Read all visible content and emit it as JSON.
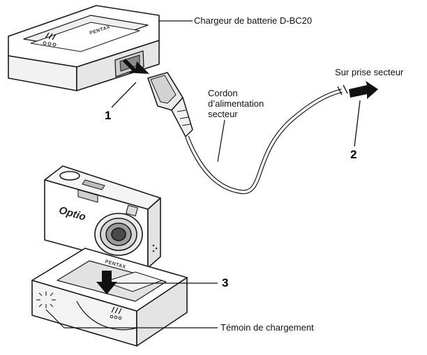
{
  "labels": {
    "charger": "Chargeur de batterie D-BC20",
    "outlet": "Sur prise secteur",
    "cord_line1": "Cordon",
    "cord_line2": "d’alimentation",
    "cord_line3": "secteur",
    "indicator": "Témoin de chargement"
  },
  "steps": [
    "1",
    "2",
    "3"
  ],
  "brand_marks": {
    "charger_top": "PENTAX",
    "charger_bottom": "PENTAX",
    "camera_model": "Optio"
  },
  "colors": {
    "line": "#1a1a1a",
    "body_fill": "#ffffff",
    "shade": "#d9d9d9",
    "dark": "#2b2b2b"
  }
}
